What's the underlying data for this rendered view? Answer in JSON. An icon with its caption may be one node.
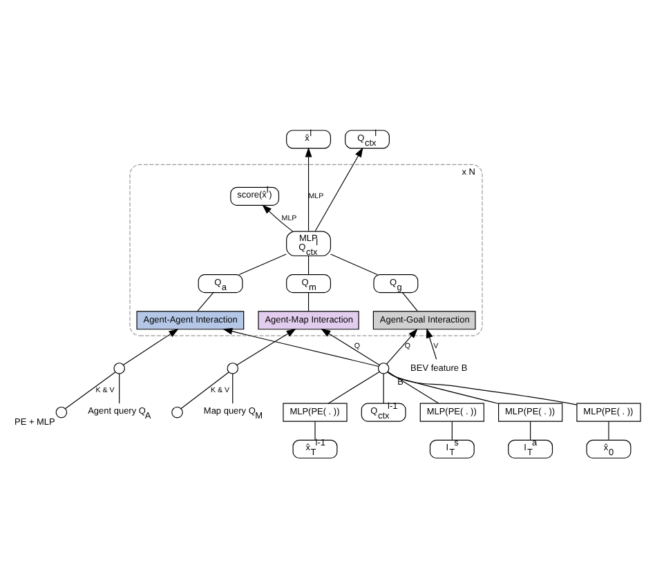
{
  "diagram": {
    "nodes": [
      {
        "text": [
          "x N"
        ]
      },
      {
        "text": [
          "x̂$^{l}$"
        ]
      },
      {
        "text": [
          "Q$_{ctx}$$^{l}$"
        ]
      },
      {
        "text": [
          "score(x̂$^{l}$)"
        ],
        "in": 0
      },
      {
        "text": [
          "MLP",
          "Q$_{ctx}$$^{l}$"
        ],
        "in": 0
      },
      {
        "text": [
          "Q$_{a}$"
        ],
        "in": 0
      },
      {
        "text": [
          "Q$_{m}$"
        ],
        "in": 0
      },
      {
        "text": [
          "Q$_{g}$"
        ],
        "in": 0
      },
      {
        "text": [
          "Agent-Agent Interaction"
        ],
        "in": 0
      },
      {
        "text": [
          "Agent-Map Interaction"
        ],
        "in": 0
      },
      {
        "text": [
          "Agent-Goal Interaction"
        ],
        "in": 0
      },
      {
        "text": [],
        "shape": "circle",
        "beside": [
          "PE + MLP"
        ]
      },
      {
        "text": [],
        "shape": "circle"
      },
      {
        "text": [
          "Agent query Q$_{A}$"
        ]
      },
      {
        "text": [],
        "shape": "circle"
      },
      {
        "text": [],
        "shape": "circle"
      },
      {
        "text": [
          "Map query Q$_{M}$"
        ]
      },
      {
        "text": [],
        "shape": "circle"
      },
      {
        "text": [
          "BEV feature B"
        ],
        "beside": [
          "B"
        ]
      },
      {
        "text": [
          "MLP(PE( . ))"
        ]
      },
      {
        "text": [
          "MLP(PE( . ))"
        ]
      },
      {
        "text": [
          "MLP(PE( . ))"
        ]
      },
      {
        "text": [
          "MLP(PE( . ))"
        ]
      },
      {
        "text": [
          "I$_{T}$$^{s}$"
        ]
      },
      {
        "text": [
          "I$_{T}$$^{a}$"
        ]
      },
      {
        "text": [
          "x̂$_{0}$"
        ]
      },
      {
        "text": [
          "x̂$_{T}$$^{l-1}$"
        ]
      },
      {
        "text": [
          "Q$_{ctx}$$^{l-1}$"
        ]
      }
    ],
    "edges": [
      {
        "from": 4,
        "to": 1,
        "arrow": "to",
        "label": "MLP"
      },
      {
        "from": 4,
        "to": 3,
        "arrow": "to",
        "label": "MLP"
      },
      {
        "from": 4,
        "to": 2,
        "arrow": "to"
      },
      {
        "from": 5,
        "to": 4,
        "arrow": "none"
      },
      {
        "from": 6,
        "to": 4,
        "arrow": "none"
      },
      {
        "from": 7,
        "to": 4,
        "arrow": "none"
      },
      {
        "from": 8,
        "to": 5,
        "arrow": "none"
      },
      {
        "from": 9,
        "to": 6,
        "arrow": "none"
      },
      {
        "from": 10,
        "to": 7,
        "arrow": "none"
      },
      {
        "from": 11,
        "to": 12,
        "arrow": "none",
        "label": "K & V"
      },
      {
        "from": 13,
        "to": 12,
        "arrow": "none"
      },
      {
        "from": 12,
        "to": 8,
        "arrow": "to"
      },
      {
        "from": 17,
        "to": 8,
        "arrow": "to"
      },
      {
        "from": 14,
        "to": 15,
        "arrow": "none",
        "label": "K & V"
      },
      {
        "from": 16,
        "to": 15,
        "arrow": "none"
      },
      {
        "from": 15,
        "to": 9,
        "arrow": "to"
      },
      {
        "from": 17,
        "to": 9,
        "arrow": "to",
        "label": "Q"
      },
      {
        "from": 17,
        "to": 10,
        "arrow": "to",
        "label": "Q"
      },
      {
        "from": 18,
        "to": 10,
        "arrow": "to",
        "label": "V"
      },
      {
        "from": 19,
        "to": 17,
        "arrow": "none"
      },
      {
        "from": 20,
        "to": 17,
        "arrow": "none"
      },
      {
        "from": 21,
        "to": 17,
        "arrow": "none"
      },
      {
        "from": 22,
        "to": 17,
        "arrow": "none"
      },
      {
        "from": 27,
        "to": 17,
        "arrow": "none"
      },
      {
        "from": 23,
        "to": 19,
        "arrow": "none"
      },
      {
        "from": 24,
        "to": 20,
        "arrow": "none"
      },
      {
        "from": 25,
        "to": 21,
        "arrow": "none"
      },
      {
        "from": 26,
        "to": 22,
        "arrow": "none"
      }
    ]
  }
}
